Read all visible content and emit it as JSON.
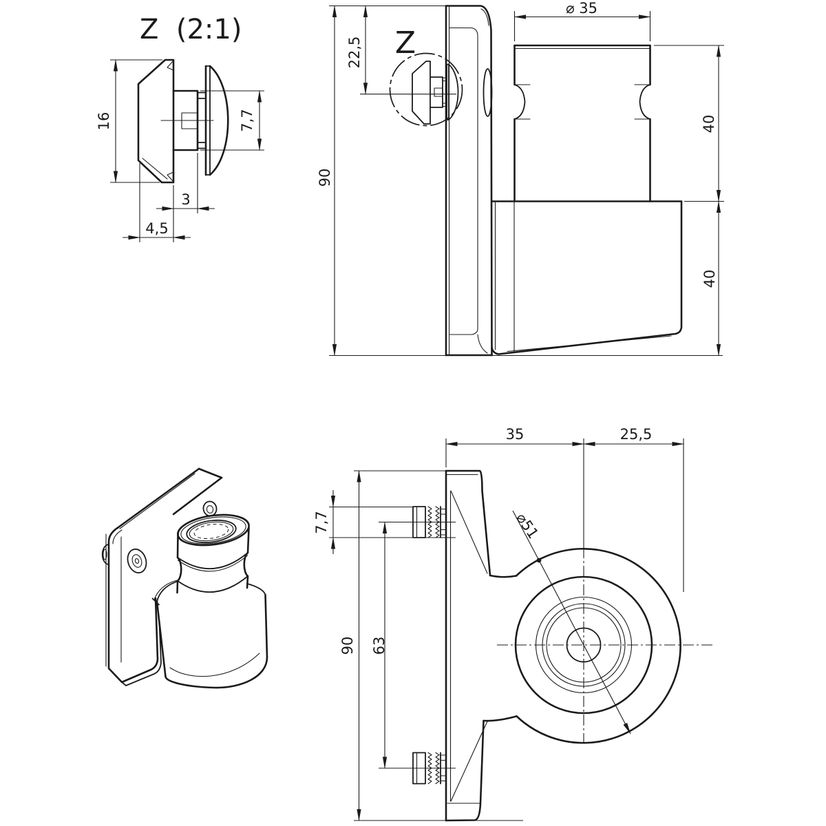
{
  "drawing": {
    "background": "#ffffff",
    "line_color": "#1b1b1b",
    "detail_view": {
      "title": "Z  (2:1)",
      "dim_height": "16",
      "dim_head": "7,7",
      "dim_pin": "3",
      "dim_depth": "4,5"
    },
    "side_view": {
      "detail_marker": "Z",
      "dim_total_height": "90",
      "dim_marker_offset": "22,5",
      "dim_top_diameter": "⌀ 35",
      "dim_upper_length": "40",
      "dim_lower_length": "40"
    },
    "front_view": {
      "dim_plate_width": "35",
      "dim_overhang": "25,5",
      "dim_stop_diameter": "⌀51",
      "dim_screw_head": "7,7",
      "dim_screw_spacing": "63",
      "dim_total_height": "90"
    }
  }
}
